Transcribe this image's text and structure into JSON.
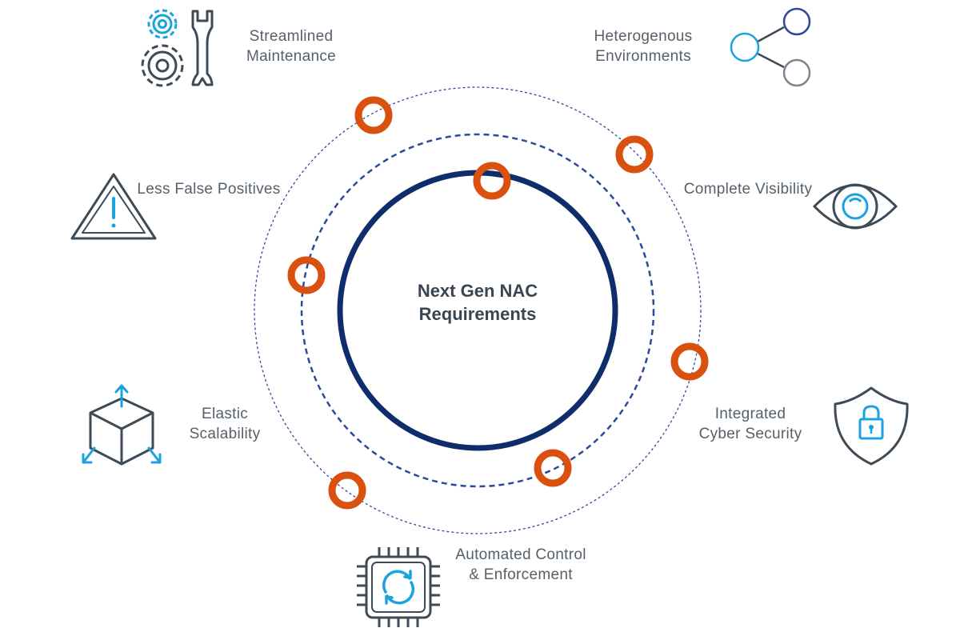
{
  "center": {
    "line1": "Next Gen NAC",
    "line2": "Requirements"
  },
  "features": [
    {
      "id": "maintenance",
      "line1": "Streamlined",
      "line2": "Maintenance",
      "icon": "gears-wrench-icon"
    },
    {
      "id": "heterogenous",
      "line1": "Heterogenous",
      "line2": "Environments",
      "icon": "share-nodes-icon"
    },
    {
      "id": "false-positives",
      "line1": "Less False Positives",
      "line2": "",
      "icon": "warning-triangle-icon"
    },
    {
      "id": "visibility",
      "line1": "Complete Visibility",
      "line2": "",
      "icon": "eye-icon"
    },
    {
      "id": "scalability",
      "line1": "Elastic",
      "line2": "Scalability",
      "icon": "expand-cube-icon"
    },
    {
      "id": "security",
      "line1": "Integrated",
      "line2": "Cyber Security",
      "icon": "shield-lock-icon"
    },
    {
      "id": "automation",
      "line1": "Automated Control",
      "line2": "& Enforcement",
      "icon": "chip-sync-icon"
    }
  ],
  "colors": {
    "navy": "#0f2d6b",
    "dashed_blue": "#2c4a9a",
    "accent_orange": "#d9500f",
    "icon_gray": "#3e4a56",
    "icon_blue": "#1aa3e0",
    "label_gray": "#56606b"
  }
}
